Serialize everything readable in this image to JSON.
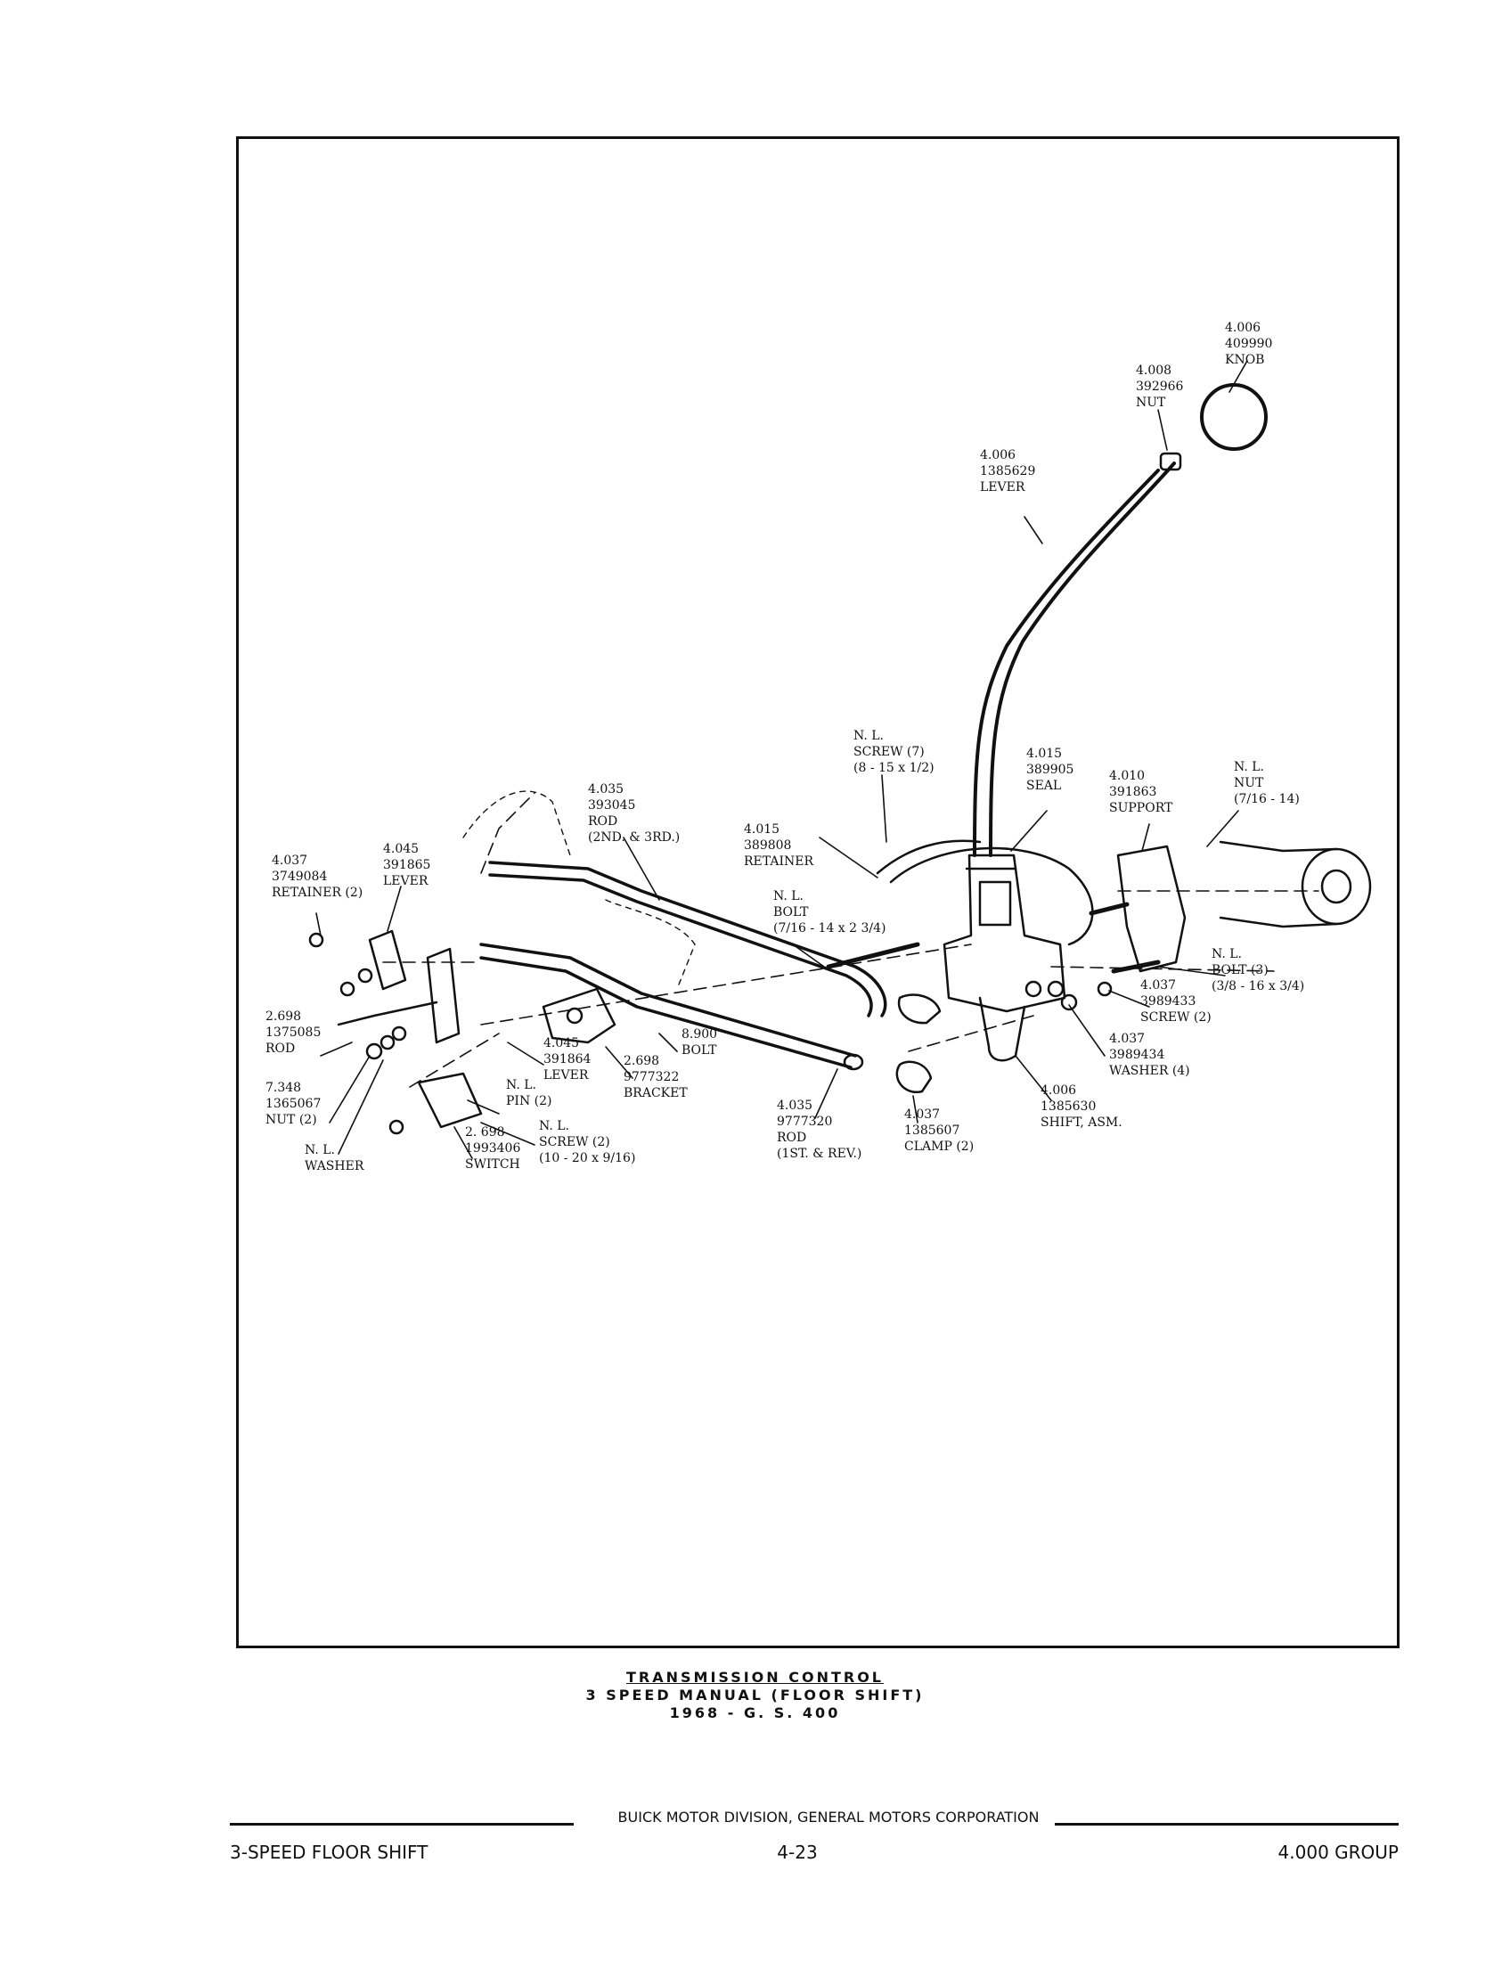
{
  "labels": [
    {
      "name": "label-knob",
      "lines": [
        "4.006",
        "409990",
        "KNOB"
      ]
    },
    {
      "name": "label-nut-top",
      "lines": [
        "4.008",
        "392966",
        "NUT"
      ]
    },
    {
      "name": "label-lever-main",
      "lines": [
        "4.006",
        "1385629",
        "LEVER"
      ]
    },
    {
      "name": "label-screw-7",
      "lines": [
        "N. L.",
        "SCREW (7)",
        "(8 - 15 x 1/2)"
      ]
    },
    {
      "name": "label-seal",
      "lines": [
        "4.015",
        "389905",
        "SEAL"
      ]
    },
    {
      "name": "label-support",
      "lines": [
        "4.010",
        "391863",
        "SUPPORT"
      ]
    },
    {
      "name": "label-nut-right",
      "lines": [
        "N. L.",
        "NUT",
        "(7/16 - 14)"
      ]
    },
    {
      "name": "label-rod-2nd-3rd",
      "lines": [
        "4.035",
        "393045",
        "ROD",
        "(2ND. & 3RD.)"
      ]
    },
    {
      "name": "label-retainer-mid",
      "lines": [
        "4.015",
        "389808",
        "RETAINER"
      ]
    },
    {
      "name": "label-bolt-long",
      "lines": [
        "N. L.",
        "BOLT",
        "(7/16 - 14 x 2 3/4)"
      ]
    },
    {
      "name": "label-retainer-left",
      "lines": [
        "4.037",
        "3749084",
        "RETAINER (2)"
      ]
    },
    {
      "name": "label-lever-upper-left",
      "lines": [
        "4.045",
        "391865",
        "LEVER"
      ]
    },
    {
      "name": "label-bolt-3",
      "lines": [
        "N. L.",
        "BOLT (3)",
        "(3/8 - 16 x 3/4)"
      ]
    },
    {
      "name": "label-screw-2-right",
      "lines": [
        "4.037",
        "3989433",
        "SCREW (2)"
      ]
    },
    {
      "name": "label-washer-4",
      "lines": [
        "4.037",
        "3989434",
        "WASHER (4)"
      ]
    },
    {
      "name": "label-rod-left",
      "lines": [
        "2.698",
        "1375085",
        "ROD"
      ]
    },
    {
      "name": "label-bolt-8900",
      "lines": [
        "8.900",
        "BOLT"
      ]
    },
    {
      "name": "label-lever-lower",
      "lines": [
        "4.045",
        "391864",
        "LEVER"
      ]
    },
    {
      "name": "label-bracket",
      "lines": [
        "2.698",
        "9777322",
        "BRACKET"
      ]
    },
    {
      "name": "label-nut-left",
      "lines": [
        "7.348",
        "1365067",
        "NUT (2)"
      ]
    },
    {
      "name": "label-pin",
      "lines": [
        "N. L.",
        "PIN (2)"
      ]
    },
    {
      "name": "label-shift-asm",
      "lines": [
        "4.006",
        "1385630",
        "SHIFT, ASM."
      ]
    },
    {
      "name": "label-rod-1st-rev",
      "lines": [
        "4.035",
        "9777320",
        "ROD",
        "(1ST. & REV.)"
      ]
    },
    {
      "name": "label-clamp",
      "lines": [
        "4.037",
        "1385607",
        "CLAMP (2)"
      ]
    },
    {
      "name": "label-screw-2-left",
      "lines": [
        "N. L.",
        "SCREW (2)",
        "(10 - 20 x 9/16)"
      ]
    },
    {
      "name": "label-switch",
      "lines": [
        "2. 698",
        "1993406",
        "SWITCH"
      ]
    },
    {
      "name": "label-washer-left",
      "lines": [
        "N. L.",
        "WASHER"
      ]
    }
  ],
  "caption": {
    "line1": "TRANSMISSION CONTROL",
    "line2": "3 SPEED MANUAL (FLOOR SHIFT)",
    "line3": "1968 - G. S. 400"
  },
  "footer": {
    "center": "BUICK MOTOR DIVISION, GENERAL MOTORS CORPORATION",
    "left": "3-SPEED FLOOR SHIFT",
    "page": "4-23",
    "group": "4.000 GROUP"
  }
}
